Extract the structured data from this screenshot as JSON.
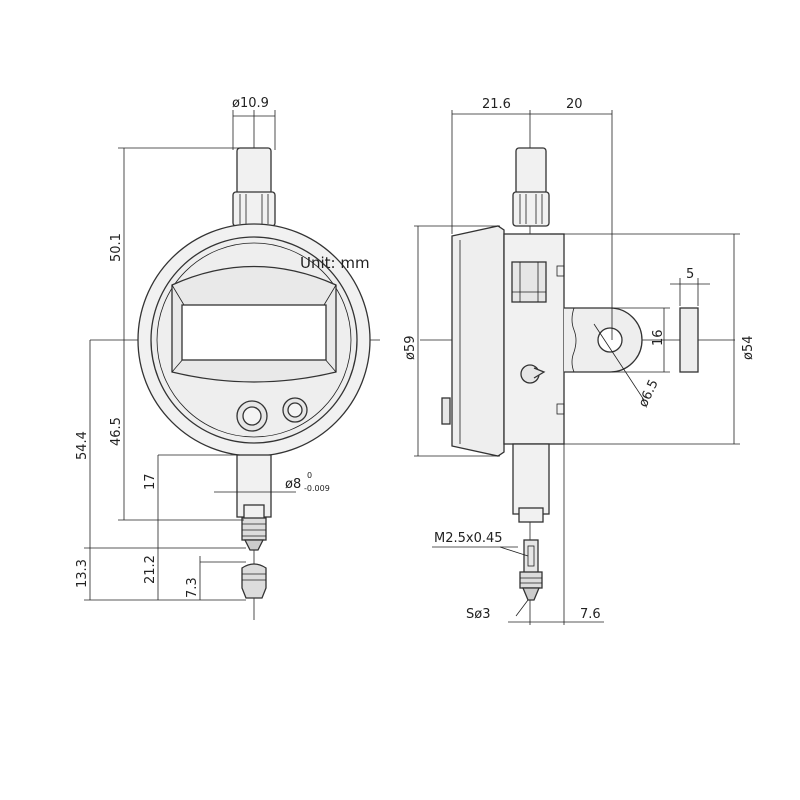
{
  "unit_note": "Unit: mm",
  "front_view": {
    "dims": {
      "stem_dia": "ø10.9",
      "height_top": "50.1",
      "height_bottom": "54.4",
      "center_to_tip": "46.5",
      "stem_length": "17",
      "spindle_dia": "ø8",
      "spindle_tol_upper": "0",
      "spindle_tol_lower": "-0.009",
      "tip_total": "13.3",
      "tip_length": "21.2",
      "tip_short": "7.3"
    }
  },
  "side_view": {
    "dims": {
      "depth_front": "21.6",
      "depth_back": "20",
      "body_dia": "ø59",
      "lug_dia": "ø54",
      "lug_thickness": "5",
      "lug_width": "16",
      "lug_hole": "ø6.5",
      "thread": "M2.5x0.45",
      "contact_dia": "Sø3",
      "tip_offset": "7.6"
    }
  },
  "colors": {
    "line": "#222222",
    "body_fill": "#f1f1f1",
    "display_fill": "#e9e9e9"
  }
}
